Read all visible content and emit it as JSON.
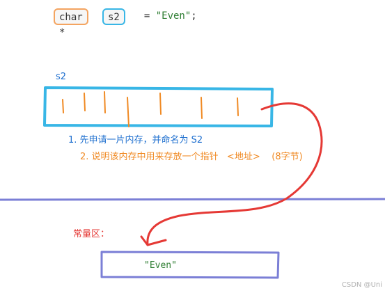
{
  "code": {
    "type_text": "char *",
    "var_name": "s2",
    "assign": "  = ",
    "string_literal": "\"Even\"",
    "terminator": ";"
  },
  "memory_label": "s2",
  "notes": [
    "1. 先申请一片内存，并命名为 S2",
    "2. 说明该内存中用来存放一个指针   <地址>    (8字节)"
  ],
  "constant_area": {
    "label": "常量区：",
    "value": "\"Even\""
  },
  "watermark": "CSDN @Uni",
  "colors": {
    "type_box": "#f4a460",
    "var_box": "#38b6e6",
    "memory_box": "#38b6e6",
    "pointer_arrow": "#e53935",
    "divider": "#7b7fd6",
    "constant_box": "#7b7fd6"
  }
}
